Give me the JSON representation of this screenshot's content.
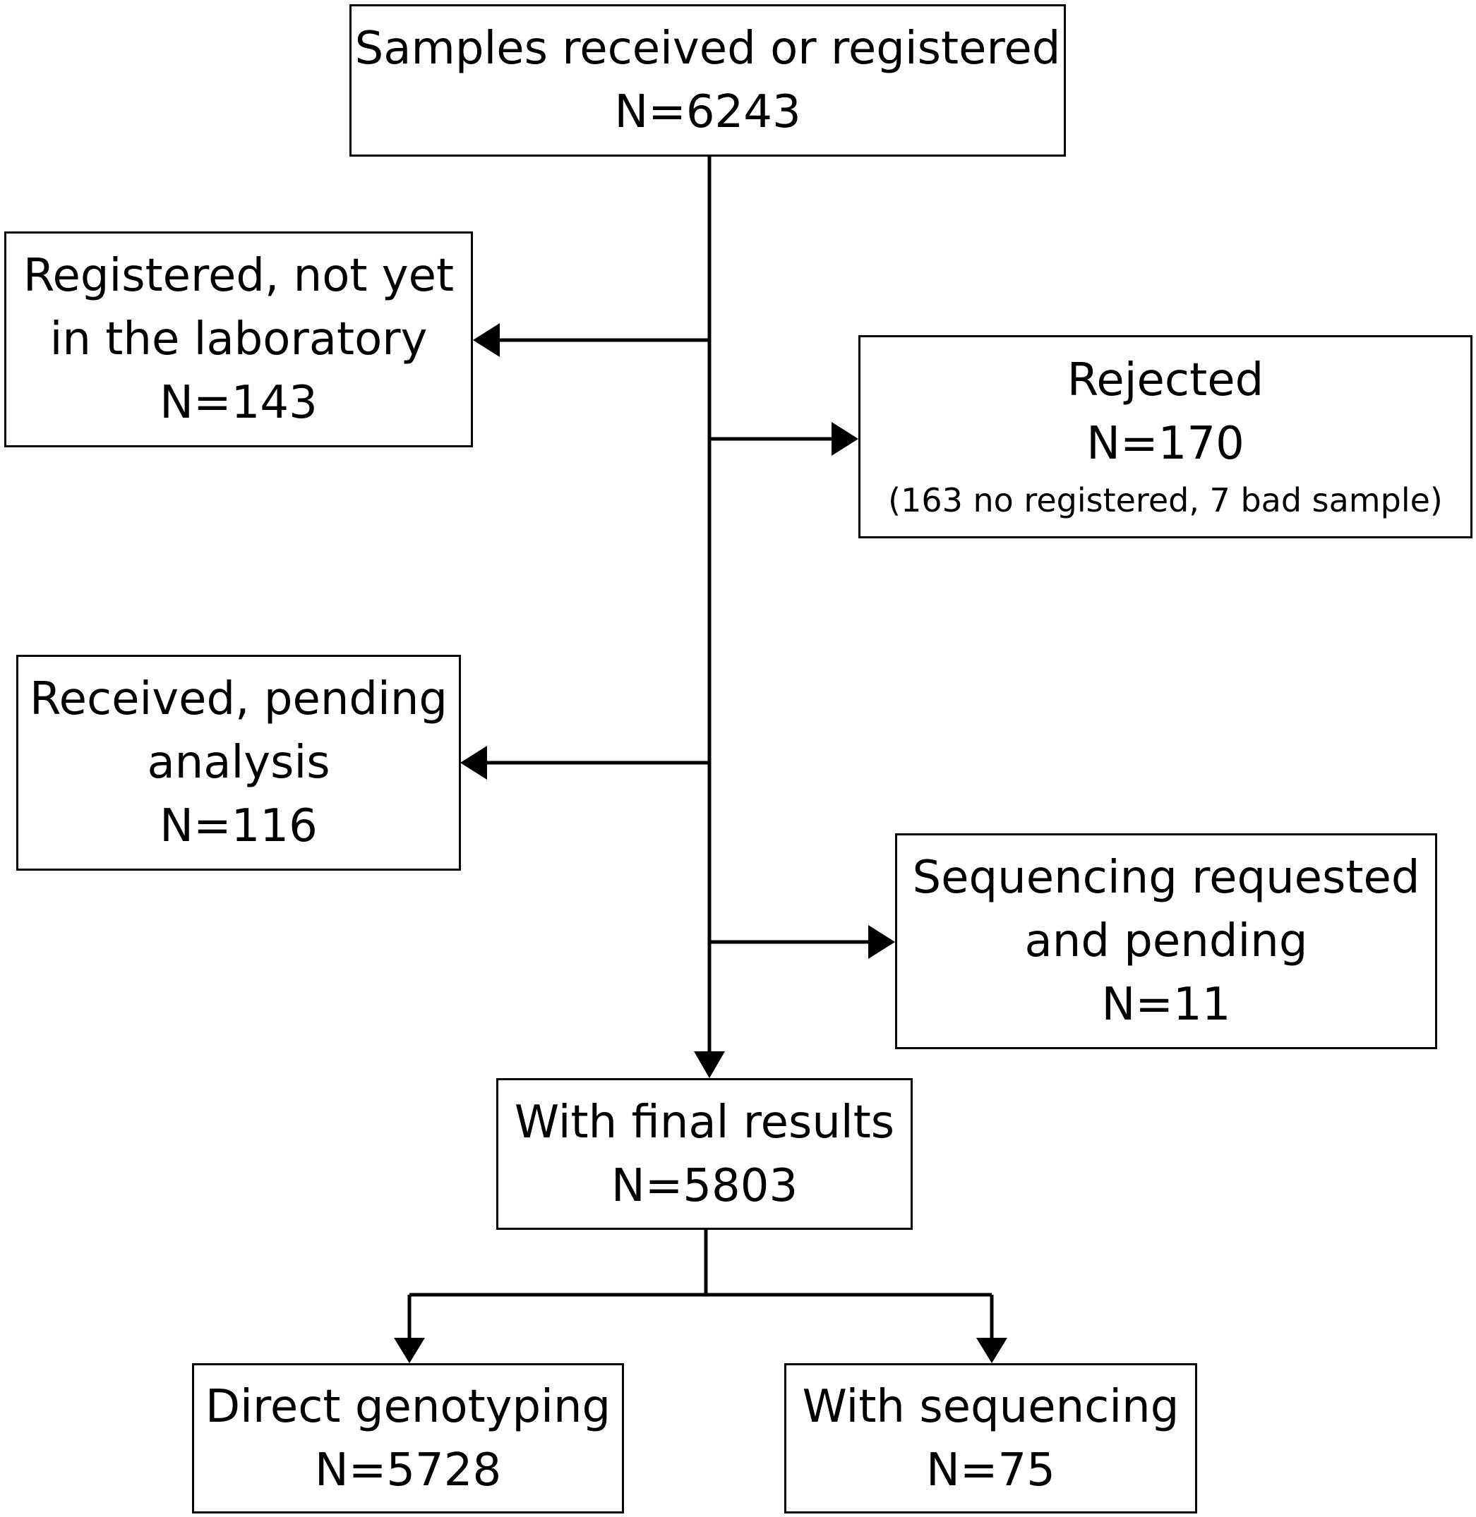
{
  "nodes": {
    "root": {
      "label": "Samples received or registered",
      "count": "N=6243"
    },
    "notlab": {
      "line1": "Registered, not yet",
      "line2": "in the laboratory",
      "count": "N=143"
    },
    "rejected": {
      "label": "Rejected",
      "count": "N=170",
      "detail": "(163 no registered, 7 bad sample)"
    },
    "pending": {
      "line1": "Received, pending",
      "line2": "analysis",
      "count": "N=116"
    },
    "seqpend": {
      "line1": "Sequencing requested",
      "line2": "and pending",
      "count": "N=11"
    },
    "final": {
      "label": "With final results",
      "count": "N=5803"
    },
    "direct": {
      "label": "Direct genotyping",
      "count": "N=5728"
    },
    "withseq": {
      "label": "With sequencing",
      "count": "N=75"
    }
  }
}
